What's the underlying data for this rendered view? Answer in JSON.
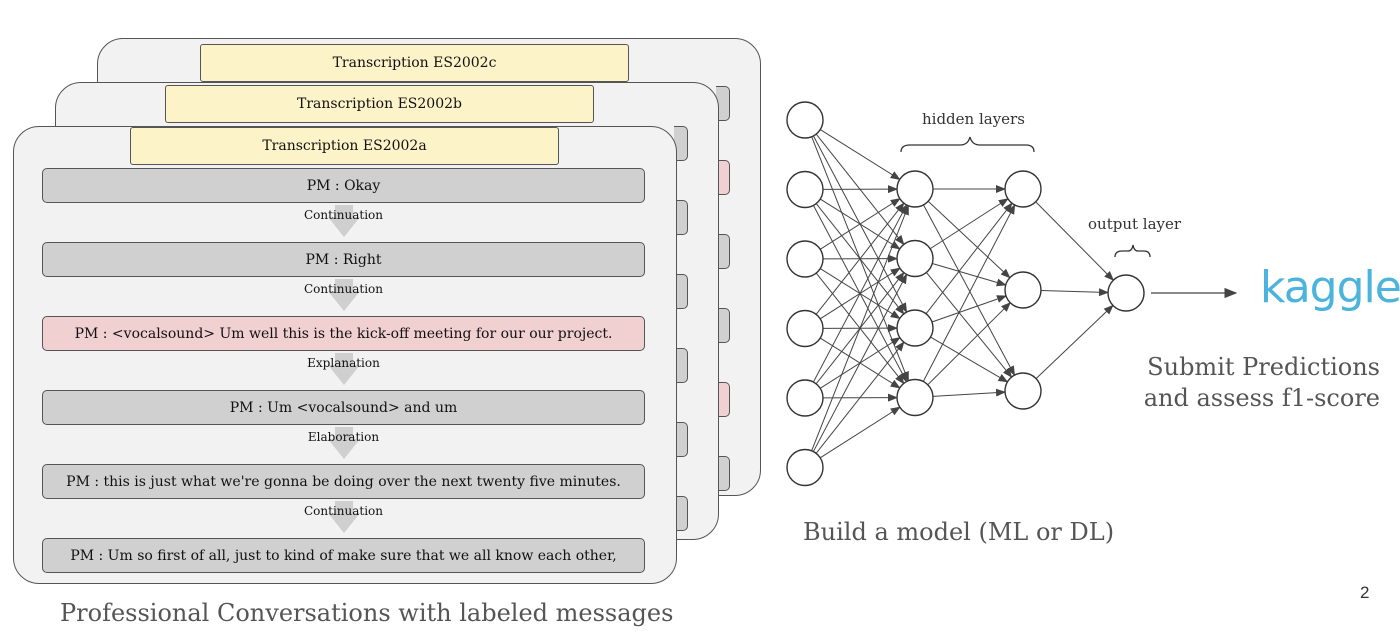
{
  "transcriptions": [
    {
      "title": "Transcription ES2002c"
    },
    {
      "title": "Transcription ES2002b"
    },
    {
      "title": "Transcription ES2002a"
    }
  ],
  "messages": [
    {
      "text": "PM : Okay",
      "highlight": false
    },
    {
      "text": "PM : Right",
      "highlight": false
    },
    {
      "text": "PM : <vocalsound> Um well this is the kick-off meeting for our our project.",
      "highlight": true
    },
    {
      "text": "PM : Um <vocalsound> and um",
      "highlight": false
    },
    {
      "text": "PM : this is just what we're gonna be doing over the next twenty five minutes.",
      "highlight": false
    },
    {
      "text": "PM : Um so first of all, just to kind of make sure that we all know each other,",
      "highlight": false
    }
  ],
  "relations": [
    "Continuation",
    "Continuation",
    "Explanation",
    "Elaboration",
    "Continuation"
  ],
  "captions": {
    "conversations": "Professional Conversations with labeled messages",
    "model": "Build a model (ML or DL)",
    "submit_line1": "Submit Predictions",
    "submit_line2": "and assess f1-score"
  },
  "network": {
    "hidden_label": "hidden layers",
    "output_label": "output layer",
    "layers": [
      6,
      4,
      3,
      1
    ]
  },
  "kaggle_logo": "kaggle",
  "page_number": "2",
  "colors": {
    "card_bg": "#f2f2f2",
    "title_bg": "#fdf3c9",
    "message_bg": "#d0d0d0",
    "highlight_bg": "#f1d0d2",
    "kaggle": "#4bb3dc"
  }
}
